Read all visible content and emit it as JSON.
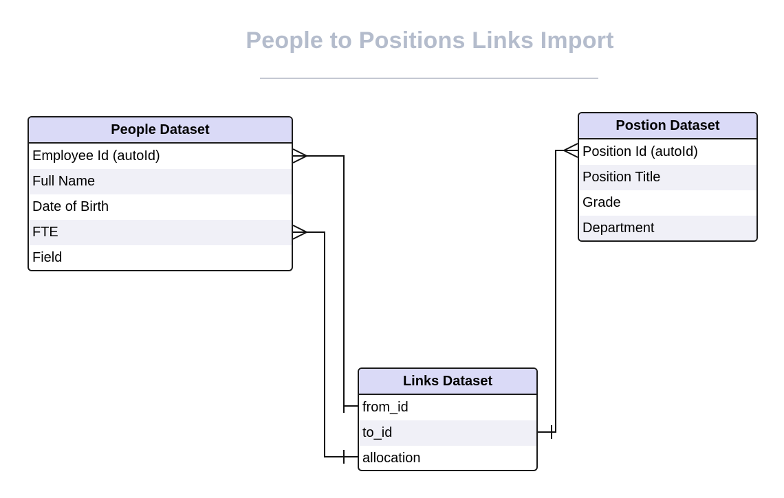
{
  "title": "People to Positions Links Import",
  "entities": {
    "people": {
      "name": "People Dataset",
      "fields": [
        "Employee Id (autoId)",
        "Full Name",
        "Date of Birth",
        "FTE",
        "Field"
      ]
    },
    "position": {
      "name": "Postion Dataset",
      "fields": [
        "Position Id (autoId)",
        "Position Title",
        "Grade",
        "Department"
      ]
    },
    "links": {
      "name": "Links Dataset",
      "fields": [
        "from_id",
        "to_id",
        "allocation"
      ]
    }
  },
  "relationships": [
    {
      "from": "People Dataset.Employee Id (autoId)",
      "from_cardinality": "many",
      "to": "Links Dataset.from_id",
      "to_cardinality": "one"
    },
    {
      "from": "People Dataset.FTE",
      "from_cardinality": "many",
      "to": "Links Dataset.allocation",
      "to_cardinality": "one"
    },
    {
      "from": "Postion Dataset.Position Id (autoId)",
      "from_cardinality": "many",
      "to": "Links Dataset.to_id",
      "to_cardinality": "one"
    }
  ],
  "colors": {
    "title": "#b4bccc",
    "header_fill": "#dadaf7",
    "alt_row_fill": "#f0f0f7",
    "border": "#1a1a1a"
  }
}
